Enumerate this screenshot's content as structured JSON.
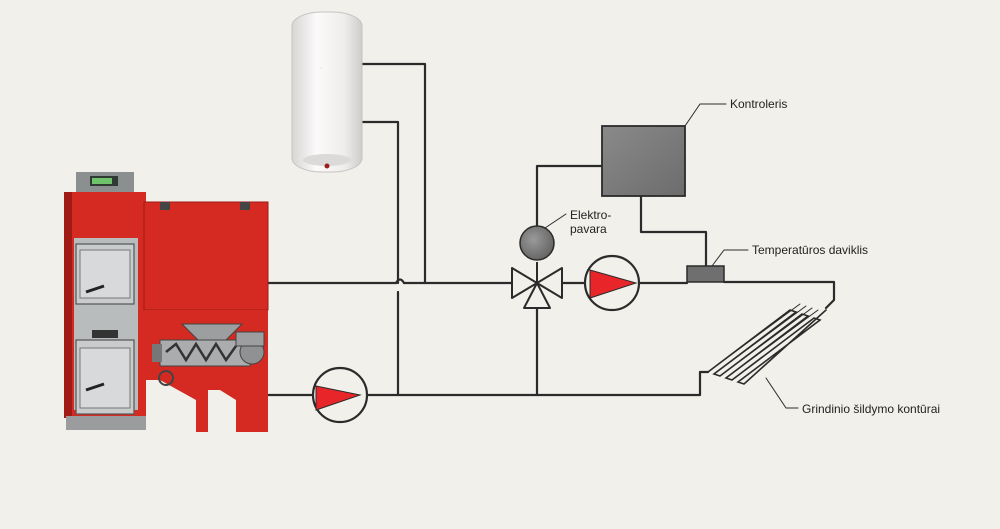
{
  "labels": {
    "controller": "Kontroleris",
    "actuator_line1": "Elektro-",
    "actuator_line2": "pavara",
    "temp_sensor": "Temperatūros daviklis",
    "floor_circuits": "Grindinio šildymo kontūrai"
  },
  "colors": {
    "background": "#f1f0ea",
    "pipe": "#2b2b2b",
    "pump_fill": "#e8262a",
    "boiler_red": "#d42a22",
    "controller_fill": "#7b7b7b",
    "tank_white": "#f4f2f0"
  }
}
